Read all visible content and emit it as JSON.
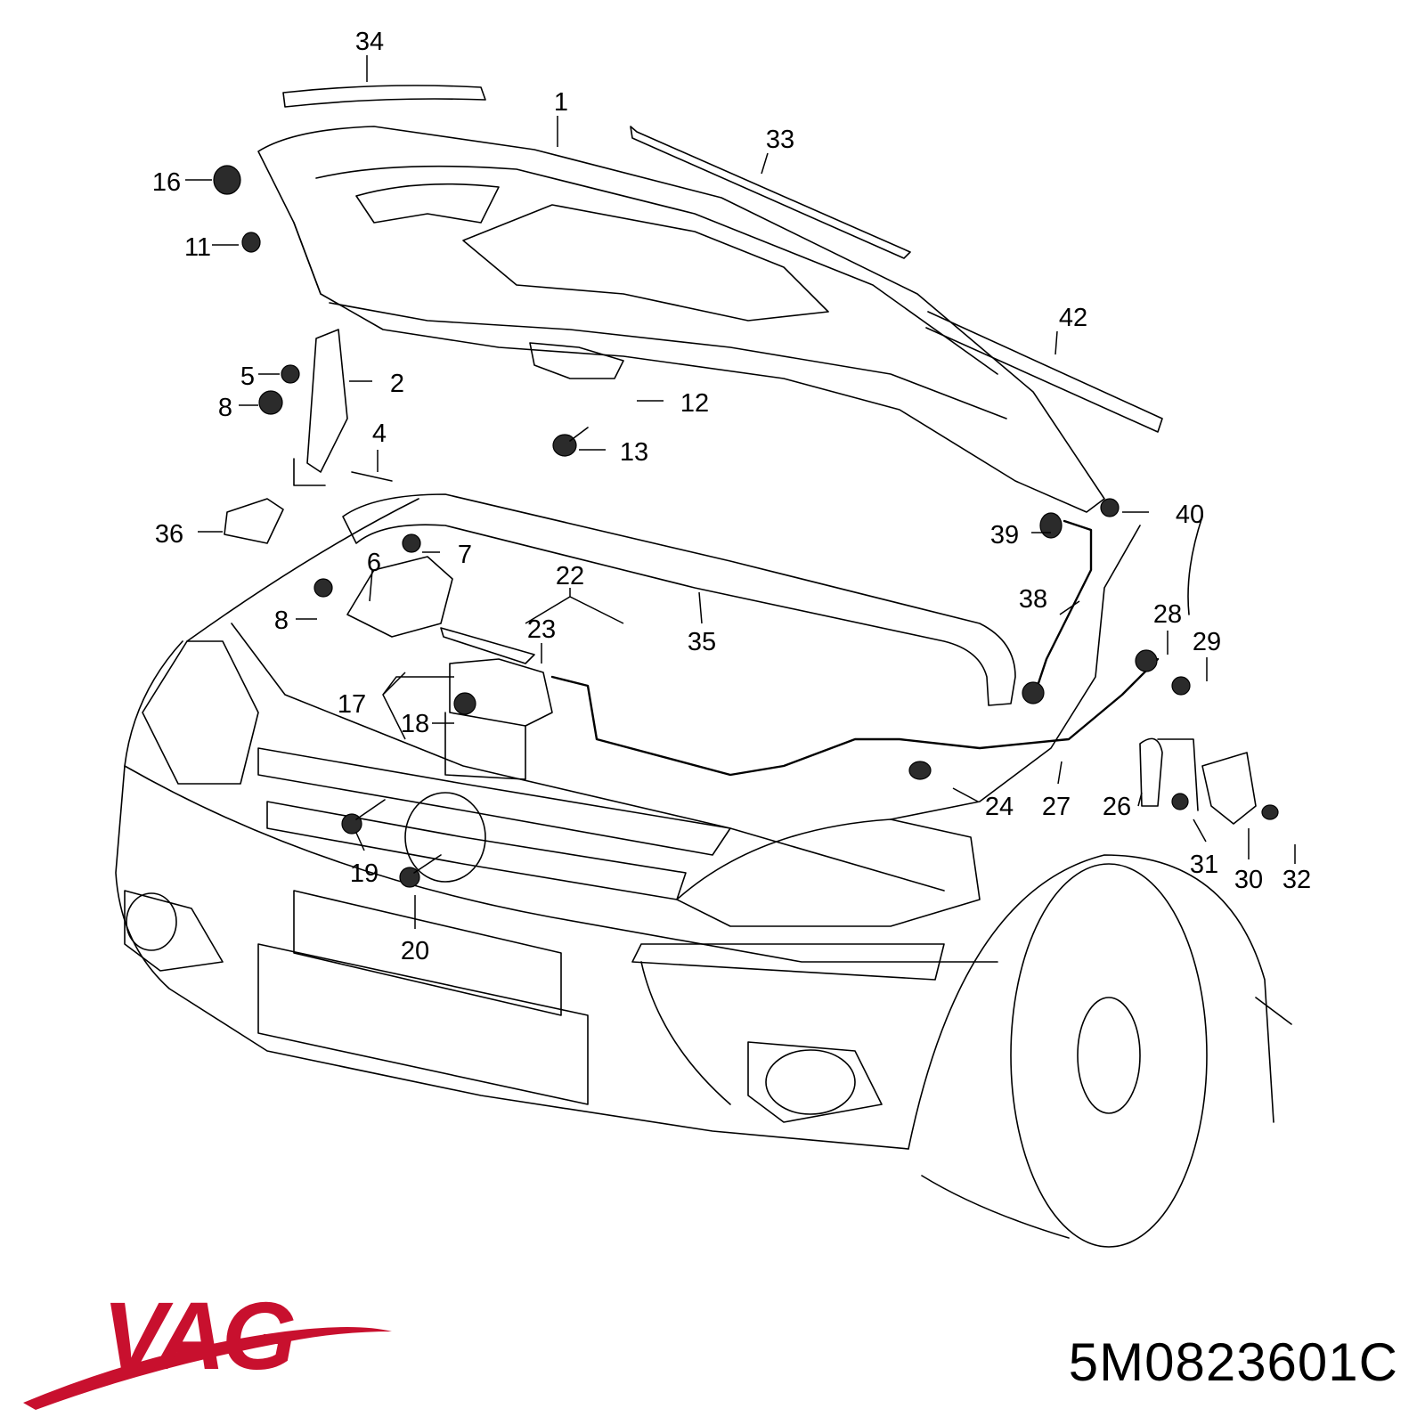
{
  "brand": {
    "name": "VAG",
    "color": "#c8102e"
  },
  "part_number": "5M0823601C",
  "callouts": [
    "34",
    "1",
    "33",
    "16",
    "11",
    "42",
    "5",
    "2",
    "8",
    "12",
    "4",
    "13",
    "36",
    "40",
    "39",
    "7",
    "6",
    "22",
    "38",
    "23",
    "35",
    "28",
    "29",
    "17",
    "18",
    "8",
    "24",
    "27",
    "26",
    "31",
    "30",
    "32",
    "19",
    "20"
  ]
}
